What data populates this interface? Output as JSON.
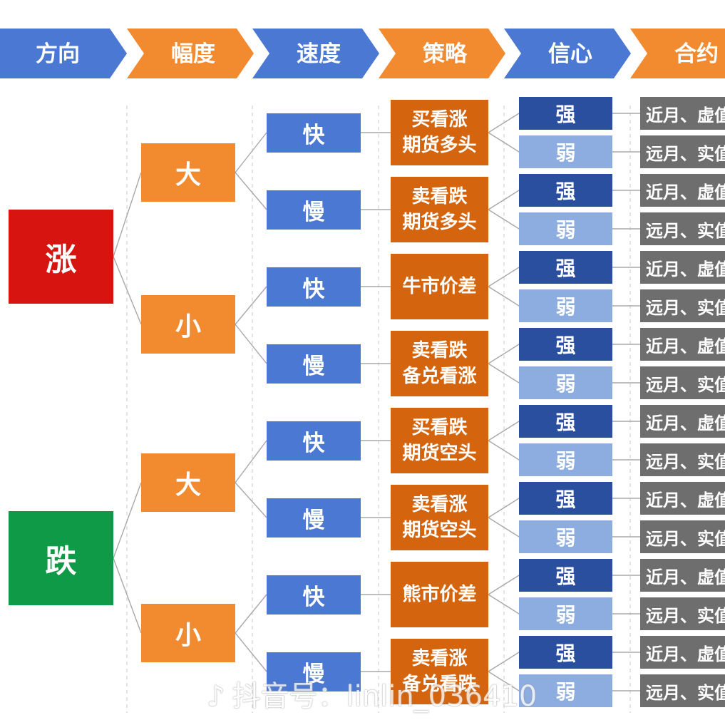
{
  "headers": [
    "方向",
    "幅度",
    "速度",
    "策略",
    "信心",
    "合约"
  ],
  "colors": {
    "header_blue": "#4a78d2",
    "header_orange": "#f28a2f",
    "up": "#d7140f",
    "down": "#0e9a47",
    "amplitude": "#f28a2f",
    "speed": "#4a78d2",
    "strategy": "#d5640e",
    "strong": "#2b4f9f",
    "weak": "#8dacdf",
    "contract": "#6e6e6e"
  },
  "directions": [
    "涨",
    "跌"
  ],
  "amplitudes": [
    "大",
    "小",
    "大",
    "小"
  ],
  "speeds": [
    "快",
    "慢",
    "快",
    "慢",
    "快",
    "慢",
    "快",
    "慢"
  ],
  "strategies": [
    "买看涨\n期货多头",
    "卖看跌\n期货多头",
    "牛市价差",
    "卖看跌\n备兑看涨",
    "买看跌\n期货空头",
    "卖看涨\n期货空头",
    "熊市价差",
    "卖看涨\n备兑看跌"
  ],
  "confidence": [
    "强",
    "弱",
    "强",
    "弱",
    "强",
    "弱",
    "强",
    "弱",
    "强",
    "弱",
    "强",
    "弱",
    "强",
    "弱",
    "强",
    "弱"
  ],
  "contracts": [
    "近月、虚值",
    "远月、实值",
    "近月、虚值",
    "远月、实值",
    "近月、虚值",
    "远月、实值",
    "近月、虚值",
    "远月、实值",
    "近月、虚值",
    "远月、实值",
    "近月、虚值",
    "远月、实值",
    "近月、虚值",
    "远月、实值",
    "近月、虚值",
    "远月、实值"
  ],
  "watermark": "抖音号：linlin_036410"
}
